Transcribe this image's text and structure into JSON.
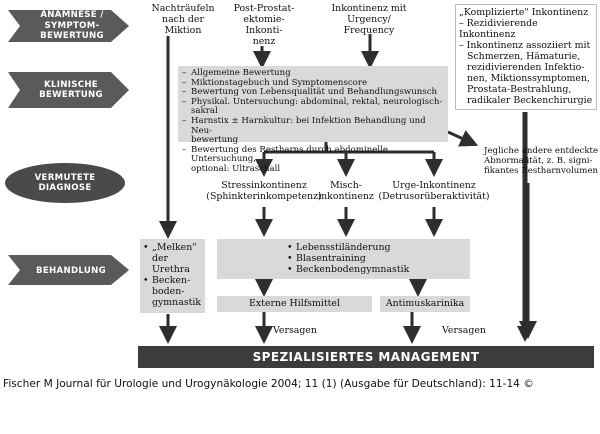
{
  "stages": [
    {
      "lines": [
        "ANAMNESE / SYMPTOM-",
        "BEWERTUNG"
      ]
    },
    {
      "lines": [
        "KLINISCHE BEWERTUNG"
      ]
    },
    {
      "lines": [
        "VERMUTETE",
        "DIAGNOSE"
      ]
    },
    {
      "lines": [
        "BEHANDLUNG"
      ]
    }
  ],
  "symptoms": {
    "nachtraeufeln": [
      "Nachträufeln",
      "nach der",
      "Miktion"
    ],
    "postprostat": [
      "Post-Prostat-",
      "ektomie-Inkonti-",
      "nenz"
    ],
    "urgency": [
      "Inkontinenz mit",
      "Urgency/",
      "Frequency"
    ],
    "kompliziert": [
      "„Komplizierte\" Inkontinenz",
      "– Rezidivierende Inkontinenz",
      "– Inkontinenz assoziiert mit",
      "Schmerzen, Hämaturie,",
      "rezidivierenden Infektio-",
      "nen, Miktionssymptomen,",
      "Prostata-Bestrahlung,",
      "radikaler Beckenchirurgie"
    ]
  },
  "clinical": {
    "items": [
      "Allgemeine Bewertung",
      "Miktionstagebuch und Symptomenscore",
      "Bewertung von Lebensqualität und Behandlungswunsch",
      "Physikal. Untersuchung: abdominal, rektal, neurologisch-sakral",
      "Harnstix ± Harnkultur: bei Infektion Behandlung und Neu-|bewertung",
      "Bewertung des Restharns durch abdominelle Untersuchung,|optional: Ultraschall"
    ]
  },
  "abnormal": [
    "Jegliche andere entdeckte",
    "Abnormalität, z. B. signi-",
    "fikantes Restharnvolumen"
  ],
  "diagnoses": {
    "stress": [
      "Stressinkontinenz",
      "(Sphinkterinkompetenz)"
    ],
    "misch": [
      "Misch-",
      "inkontinenz"
    ],
    "urge": [
      "Urge-Inkontinenz",
      "(Detrusorüberaktivität)"
    ]
  },
  "treatment": {
    "melken": [
      "„Melken\"",
      "der Urethra"
    ],
    "beckenboden_left": [
      "Becken-",
      "boden-",
      "gymnastik"
    ],
    "lifestyle": [
      "Lebensstiländerung",
      "Blasentraining",
      "Beckenbodengymnastik"
    ],
    "hilfsmittel": "Externe Hilfsmittel",
    "antimusk": "Antimuskarinika",
    "versagen": "Versagen"
  },
  "management": "SPEZIALISIERTES MANAGEMENT",
  "caption": "Fischer M Journal für Urologie und Urogynäkologie 2004; 11 (1) (Ausgabe für Deutschland): 11-14 ©",
  "colors": {
    "stage": "#5a5a5a",
    "box": "#d9d9d9",
    "arrow": "#2e2e2e",
    "management": "#3c3c3c"
  }
}
